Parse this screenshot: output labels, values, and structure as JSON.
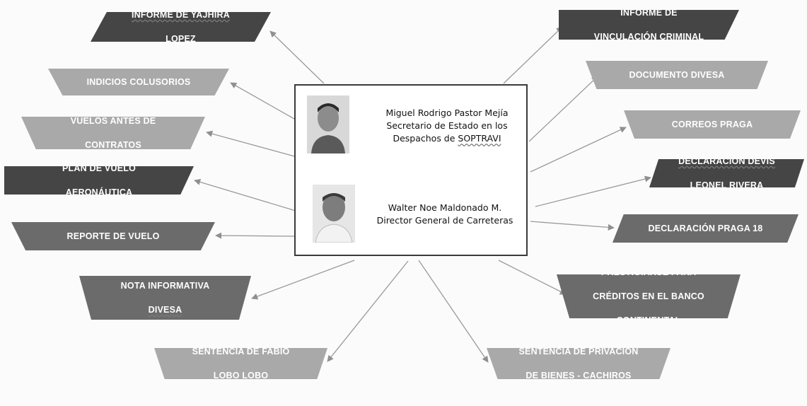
{
  "center": {
    "person1": {
      "name": "Miguel Rodrigo Pastor Mejía",
      "role_line1": "Secretario de Estado en los",
      "role_line2_prefix": "Despachos de ",
      "role_line2_highlight": "SOPTRAVI"
    },
    "person2": {
      "name": "Walter Noe Maldonado M.",
      "role": "Director General de Carreteras"
    }
  },
  "nodes": {
    "informe_yajhira": {
      "line1": "INFORME DE YAJHIRA",
      "line2": "LOPEZ"
    },
    "indicios_colusorios": {
      "line1": "INDICIOS COLUSORIOS"
    },
    "vuelos_antes": {
      "line1": "VUELOS ANTES DE",
      "line2": "CONTRATOS"
    },
    "plan_vuelo": {
      "line1": "PLAN DE VUELO",
      "line2": "AERONÁUTICA"
    },
    "reporte_vuelo": {
      "line1": "REPORTE DE VUELO"
    },
    "nota_informativa": {
      "line1": "NOTA INFORMATIVA",
      "line2": "DIVESA"
    },
    "sentencia_fabio": {
      "line1": "SENTENCIA DE FABIO",
      "line2": "LOBO LOBO"
    },
    "informe_vinculacion": {
      "line1": "INFORME DE",
      "line2": "VINCULACIÓN CRIMINAL"
    },
    "documento_divesa": {
      "line1": "DOCUMENTO DIVESA"
    },
    "correos_praga": {
      "line1": "CORREOS PRAGA"
    },
    "declaracion_devis": {
      "line1": "DECLARACIÓN DEVIS",
      "line2": "LEONEL RIVERA"
    },
    "declaracion_praga": {
      "line1": "DECLARACIÓN PRAGA 18"
    },
    "prestigiarse": {
      "line1": "PRESTIGIARSE PARA",
      "line2": "CRÉDITOS EN EL BANCO",
      "line3": "CONTINENTAL"
    },
    "sentencia_privacion": {
      "line1": "SENTENCIA DE PRIVACIÓN",
      "line2": "DE BIENES - CACHIROS"
    }
  },
  "colors": {
    "dark": "#454545",
    "mid": "#6b6b6b",
    "light": "#a9a9a9",
    "connector": "#9a9a9a"
  }
}
